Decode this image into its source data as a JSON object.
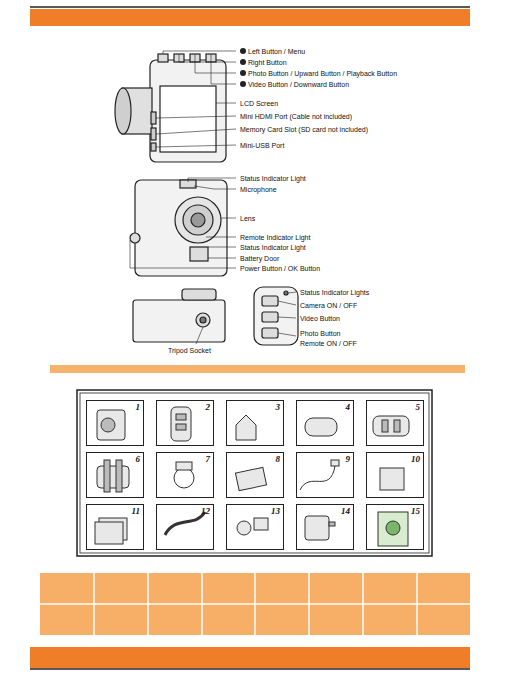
{
  "diagram": {
    "nodes": [
      {
        "text": [
          "1"
        ]
      },
      {
        "text": [
          "2"
        ]
      },
      {
        "text": [
          "3"
        ]
      },
      {
        "text": [
          "4"
        ]
      },
      {
        "text": [
          "5"
        ]
      },
      {
        "text": [
          "6"
        ]
      },
      {
        "text": [
          "7"
        ]
      },
      {
        "text": [
          "8"
        ]
      },
      {
        "text": [
          "9"
        ]
      },
      {
        "text": [
          "10"
        ]
      },
      {
        "text": [
          "11"
        ]
      },
      {
        "text": [
          "12"
        ]
      },
      {
        "text": [
          "13"
        ]
      },
      {
        "text": [
          "14"
        ]
      },
      {
        "text": [
          "15"
        ]
      }
    ],
    "labels": [
      "Left Button / Menu",
      "Right Button",
      "Photo Button / Upward Button / Playback Button",
      "Video Button / Downward Button",
      "LCD Screen",
      "Mini HDMI Port (Cable not included)",
      "Memory Card Slot (SD card not included)",
      "Mini-USB Port",
      "Status Indicator Light",
      "Microphone",
      "Lens",
      "Remote Indicator Light",
      "Status Indicator Light",
      "Battery Door",
      "Power Button / OK Button",
      "Tripod Socket",
      "Status Indicator Lights",
      "Camera ON / OFF",
      "Video Button",
      "Photo Button",
      "Remote ON / OFF"
    ]
  }
}
